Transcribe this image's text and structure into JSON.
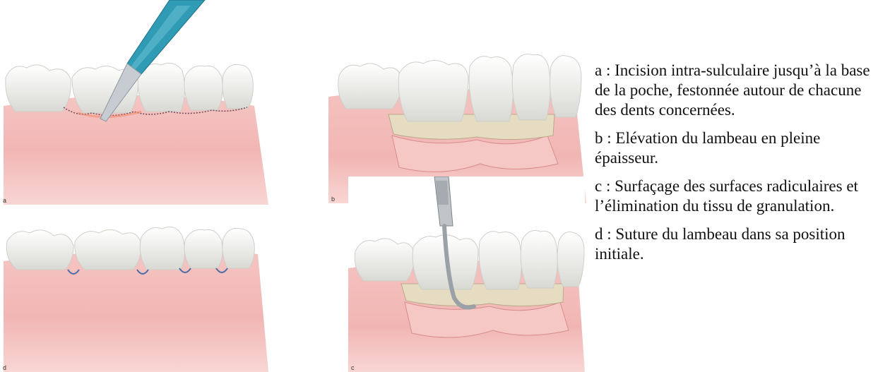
{
  "panels": [
    {
      "letter": "a"
    },
    {
      "letter": "b"
    },
    {
      "letter": "c"
    },
    {
      "letter": "d"
    }
  ],
  "captions": [
    "a : Incision intra-sulculaire jusqu’à la base de la poche, festonnée autour de chacune des dents concernées.",
    "b : Elévation du lambeau en pleine épaisseur.",
    "c : Surfaçage des surfaces radiculaires et l’élimination du tissu de granulation.",
    "d : Suture du lambeau dans sa position initiale."
  ],
  "colors": {
    "gum": "#f1b6b4",
    "gum_light": "#f8d6d3",
    "tooth": "#f7f6f2",
    "tooth_shade": "#d9d9d4",
    "bone": "#e6dcc1",
    "scalpel": "#2f9bb5",
    "steel": "#bfc4c8",
    "suture": "#4a6aa8"
  }
}
